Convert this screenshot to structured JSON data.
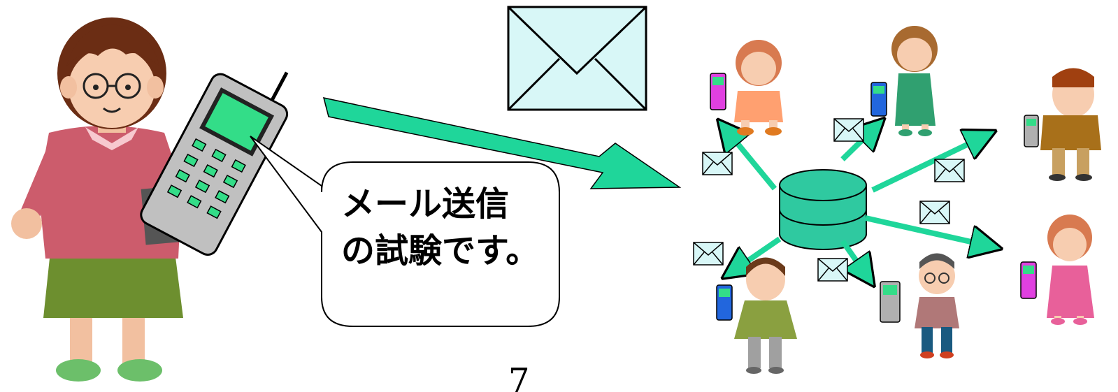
{
  "speech_bubble": {
    "line1": "メール送信",
    "line2": "の試験です。"
  },
  "page_number": "7",
  "colors": {
    "arrow": "#1fd69a",
    "server": "#2fc9a0",
    "envelope": "#d8f7f7",
    "phone_screen": "#33dd88",
    "phone_body": "#c0c0c0"
  },
  "icons": {
    "sender": "girl-with-phone-icon",
    "message": "envelope-icon",
    "server": "database-server-icon",
    "recipient": "person-with-phone-icon"
  }
}
